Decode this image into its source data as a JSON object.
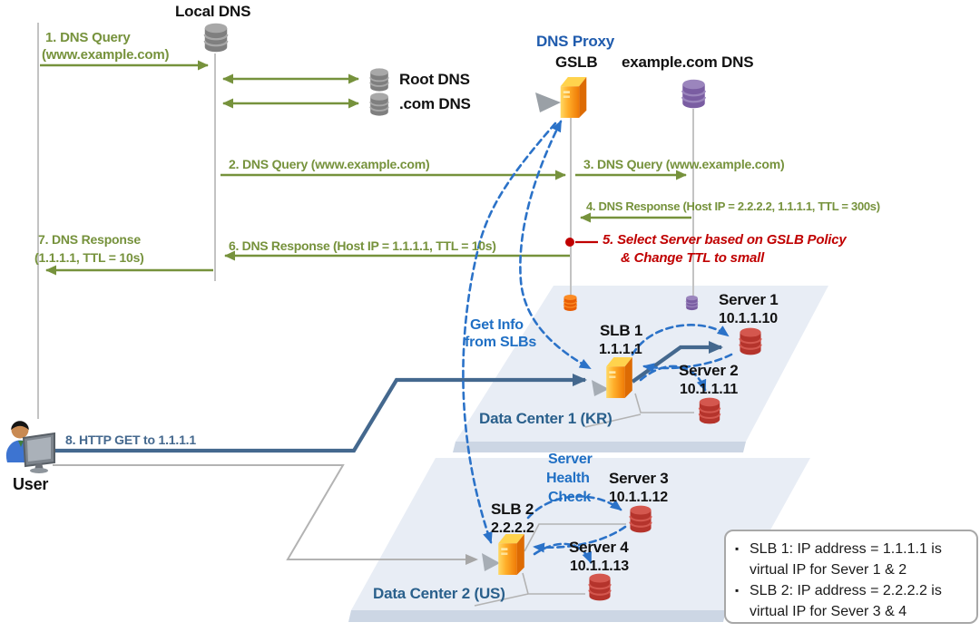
{
  "colors": {
    "green": "#76923c",
    "blue_bright": "#1f6fc4",
    "blue_proxy": "#1f5bad",
    "steel": "#2a608c",
    "slate": "#44688e",
    "red": "#c00000",
    "dash_blue": "#2b72c8",
    "plate": "#e8edf5"
  },
  "nodes": {
    "local_dns": "Local DNS",
    "root_dns": "Root DNS",
    "com_dns": ".com DNS",
    "dns_proxy": "DNS Proxy",
    "gslb": "GSLB",
    "example_dns": "example.com DNS",
    "user": "User"
  },
  "messages": {
    "q1_line1": "1. DNS Query",
    "q1_line2": "(www.example.com)",
    "q2": "2. DNS Query (www.example.com)",
    "q3": "3. DNS Query (www.example.com)",
    "r4": "4. DNS Response (Host IP = 2.2.2.2, 1.1.1.1, TTL = 300s)",
    "s5_line1": "5. Select Server based on GSLB Policy",
    "s5_line2": "& Change TTL to small",
    "r6": "6. DNS Response (Host IP = 1.1.1.1, TTL = 10s)",
    "r7_line1": "7. DNS Response",
    "r7_line2": "(1.1.1.1, TTL = 10s)",
    "h8": "8. HTTP GET to 1.1.1.1"
  },
  "annotations": {
    "get_info_line1": "Get Info",
    "get_info_line2": "from SLBs",
    "health_line1": "Server",
    "health_line2": "Health",
    "health_line3": "Check"
  },
  "data_centers": [
    {
      "label": "Data Center 1 (KR)",
      "slb": {
        "name": "SLB 1",
        "ip": "1.1.1.1"
      },
      "servers": [
        {
          "name": "Server 1",
          "ip": "10.1.1.10"
        },
        {
          "name": "Server 2",
          "ip": "10.1.1.11"
        }
      ]
    },
    {
      "label": "Data Center 2 (US)",
      "slb": {
        "name": "SLB 2",
        "ip": "2.2.2.2"
      },
      "servers": [
        {
          "name": "Server 3",
          "ip": "10.1.1.12"
        },
        {
          "name": "Server 4",
          "ip": "10.1.1.13"
        }
      ]
    }
  ],
  "legend": {
    "bullet": "▪",
    "items": [
      {
        "line1": "SLB 1: IP address = 1.1.1.1 is",
        "line2": "virtual IP for Sever 1 & 2"
      },
      {
        "line1": "SLB 2: IP address = 2.2.2.2 is",
        "line2": "virtual IP for Sever 3 & 4"
      }
    ]
  }
}
